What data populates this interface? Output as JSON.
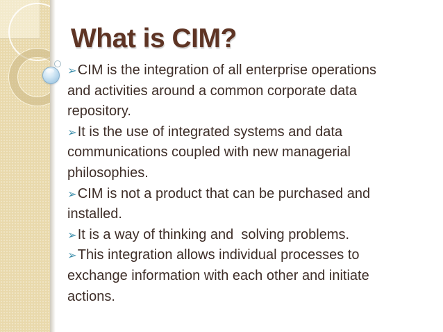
{
  "slide": {
    "title": "What is CIM?",
    "content": {
      "bullet_glyph": "➢",
      "bullets": [
        {
          "lines": [
            "CIM is the integration of all enterprise operations",
            "and activities around a common corporate data",
            "repository."
          ]
        },
        {
          "lines": [
            "It is the use of integrated systems and data",
            "communications coupled with new managerial",
            "philosophies."
          ]
        },
        {
          "lines": [
            "CIM is not a product that can be purchased and",
            "installed."
          ]
        },
        {
          "lines": [
            "It is a way of thinking and  solving problems."
          ]
        },
        {
          "lines": [
            "This integration allows individual processes to",
            "exchange information with each other and initiate",
            "actions."
          ]
        }
      ]
    },
    "colors": {
      "title_text": "#5e3424",
      "body_text": "#3e2e28",
      "bullet_arrow": "#4090ac",
      "sidebar_beige": "#e9d9ac",
      "background": "#ffffff",
      "sphere_blue": "#b3d4ea"
    },
    "decor_icons": [
      "corner-square",
      "circle-outline-icon",
      "ring-icon",
      "glossy-sphere-icon",
      "small-circle-icon"
    ]
  }
}
